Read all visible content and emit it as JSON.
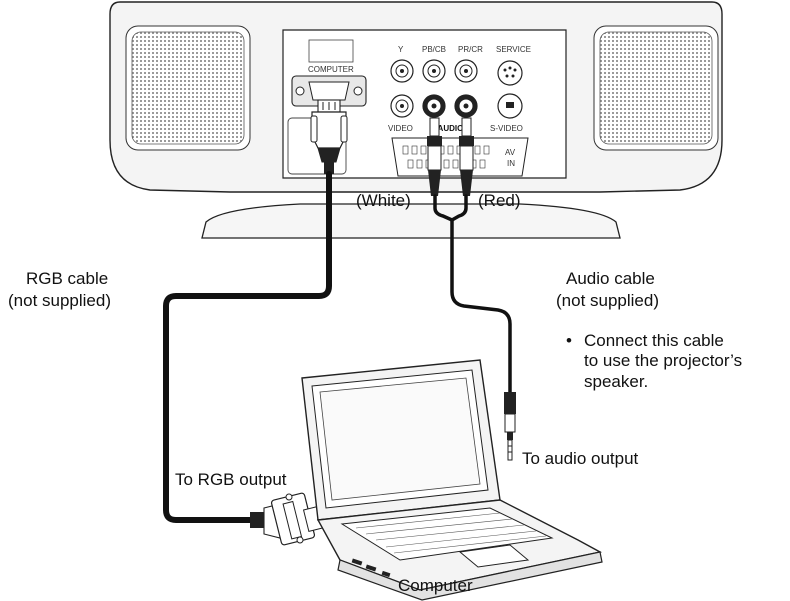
{
  "projector": {
    "port_labels": {
      "computer": "COMPUTER",
      "y": "Y",
      "pb_cb": "PB/CB",
      "pr_cr": "PR/CR",
      "service": "SERVICE",
      "video": "VIDEO",
      "audio": "L-AUDIO-R",
      "s_video": "S-VIDEO",
      "av": "AV",
      "in": "IN"
    }
  },
  "labels": {
    "white": "(White)",
    "red": "(Red)",
    "rgb_cable_line1": "RGB cable",
    "rgb_cable_line2": "(not supplied)",
    "audio_cable_line1": "Audio cable",
    "audio_cable_line2": "(not supplied)",
    "note_bullet": "•",
    "note_line1": "Connect this cable",
    "note_line2": "to use the projector’s",
    "note_line3": "speaker.",
    "to_rgb_output": "To RGB output",
    "to_audio_output": "To audio output",
    "computer": "Computer"
  },
  "colors": {
    "line": "#222222",
    "cable": "#111111",
    "device_fill": "#f4f4f4",
    "panel_fill": "#ffffff"
  }
}
